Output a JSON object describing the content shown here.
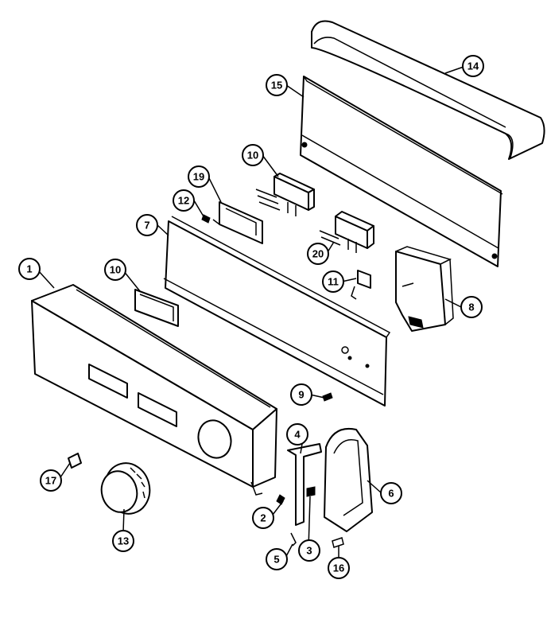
{
  "callouts": {
    "c1": "1",
    "c2": "2",
    "c3": "3",
    "c4": "4",
    "c5": "5",
    "c6": "6",
    "c7": "7",
    "c8": "8",
    "c9": "9",
    "c10a": "10",
    "c10b": "10",
    "c11": "11",
    "c12": "12",
    "c13": "13",
    "c14": "14",
    "c15": "15",
    "c16": "16",
    "c17": "17",
    "c19": "19",
    "c20": "20"
  }
}
